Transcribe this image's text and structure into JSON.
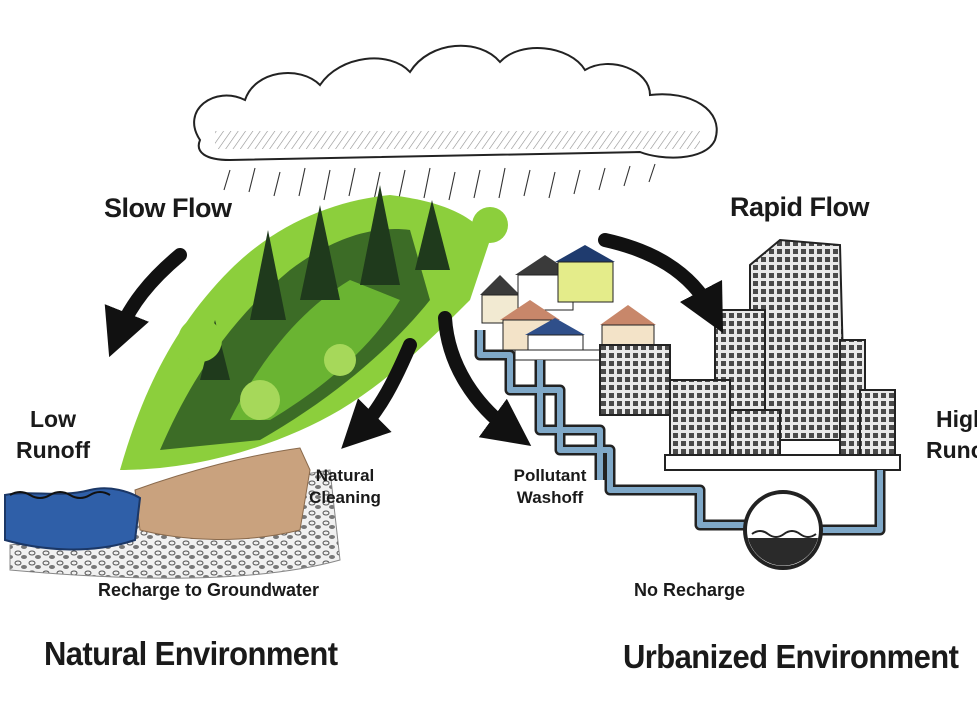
{
  "labels": {
    "slow_flow": "Slow Flow",
    "rapid_flow": "Rapid Flow",
    "low_runoff_line1": "Low",
    "low_runoff_line2": "Runoff",
    "high_runoff_line1": "High",
    "high_runoff_line2": "Runoff",
    "natural_cleaning_line1": "Natural",
    "natural_cleaning_line2": "Cleaning",
    "pollutant_washoff_line1": "Pollutant",
    "pollutant_washoff_line2": "Washoff",
    "recharge_to_groundwater": "Recharge to Groundwater",
    "no_recharge": "No Recharge",
    "natural_environment": "Natural Environment",
    "urbanized_environment": "Urbanized Environment"
  },
  "colors": {
    "water": "#2f5fa8",
    "forest_light": "#8ccf3c",
    "forest_dark": "#1f3a1c",
    "soil": "#c9a27e",
    "pipe": "#7fa8c8",
    "ink": "#1a1a1a"
  }
}
